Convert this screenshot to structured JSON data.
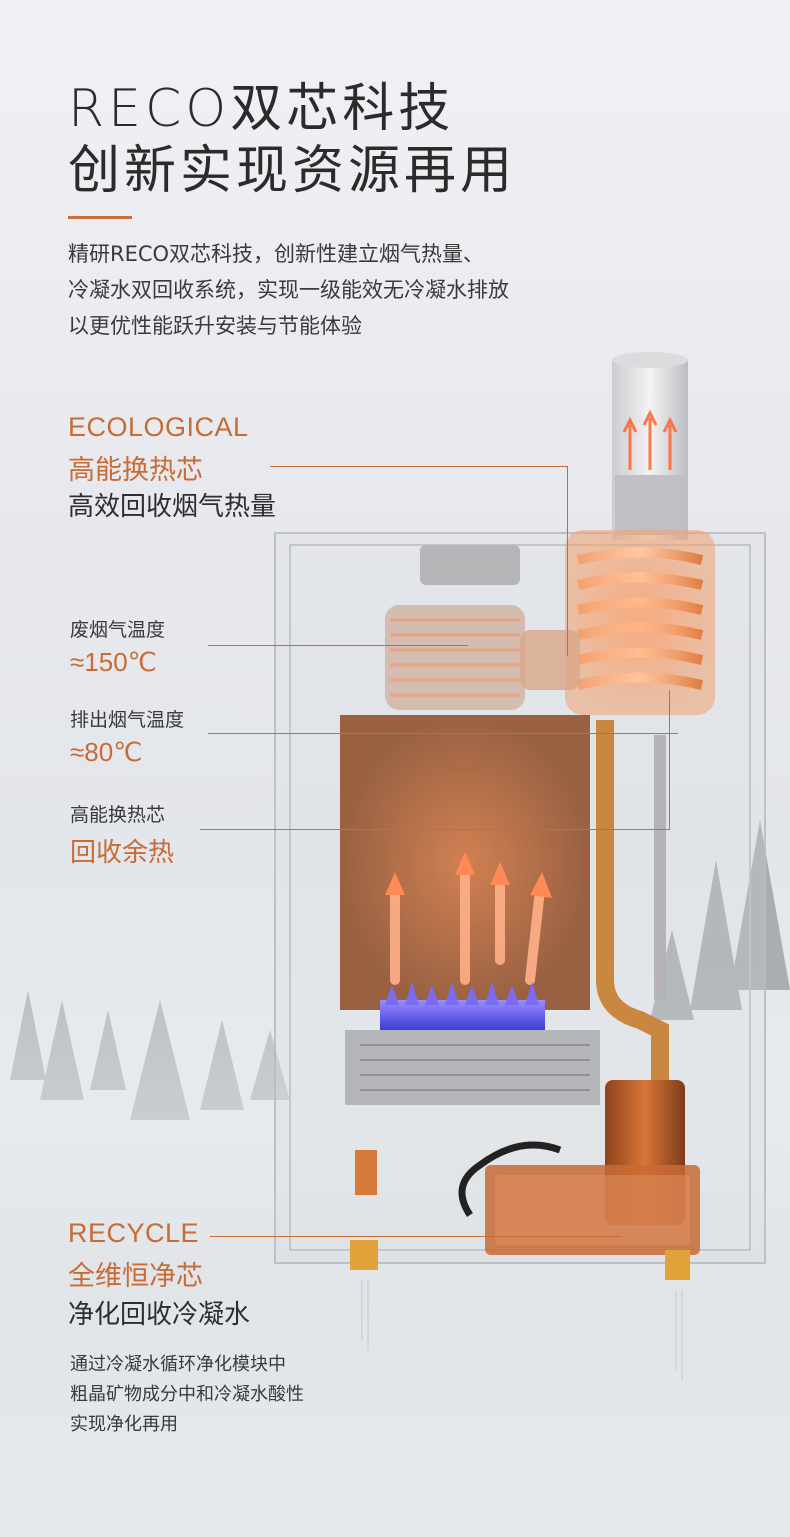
{
  "heading": {
    "line1": "RECO双芯科技",
    "line2": "创新实现资源再用"
  },
  "intro": {
    "line1": "精研RECO双芯科技，创新性建立烟气热量、",
    "line2": "冷凝水双回收系统，实现一级能效无冷凝水排放",
    "line3": "以更优性能跃升安装与节能体验"
  },
  "ecological": {
    "en": "ECOLOGICAL",
    "name": "高能换热芯",
    "desc": "高效回收烟气热量"
  },
  "waste_gas": {
    "label": "废烟气温度",
    "value": "≈150℃"
  },
  "exhaust_gas": {
    "label": "排出烟气温度",
    "value": "≈80℃"
  },
  "heat_core": {
    "label": "高能换热芯",
    "value": "回收余热"
  },
  "recycle": {
    "en": "RECYCLE",
    "name": "全维恒净芯",
    "desc": "净化回收冷凝水"
  },
  "recycle_desc": {
    "line1": "通过冷凝水循环净化模块中",
    "line2": "粗晶矿物成分中和冷凝水酸性",
    "line3": "实现净化再用"
  },
  "colors": {
    "accent": "#c86b35",
    "text": "#2e2e2e",
    "copper": "#d9783e"
  }
}
